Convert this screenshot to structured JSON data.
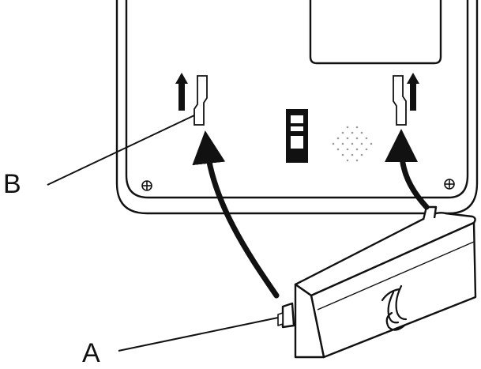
{
  "colors": {
    "ink": "#111111",
    "paper": "#ffffff",
    "grille": "#9a9a9a"
  },
  "callouts": {
    "a_label": "A",
    "b_label": "B"
  },
  "parts": {
    "device_back": "device-back-panel",
    "wall_bracket": "wall-mount-bracket",
    "mounting_slots": "mounting-slot",
    "up_arrows": "arrow-up-icon",
    "screw": "screw-icon",
    "switch": "slide-switch",
    "speaker_grille": "speaker-grille",
    "label_window": "label-window",
    "curved_arrows": "curved-arrow-icon"
  }
}
